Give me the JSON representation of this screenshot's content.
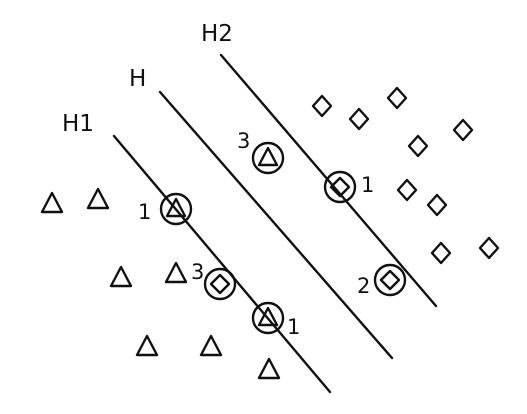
{
  "labels": {
    "h1": "H1",
    "h": "H",
    "h2": "H2"
  },
  "point_labels": {
    "triangle_upper_center": "3",
    "triangle_mid_left": "1",
    "diamond_inner_left": "3",
    "triangle_lower_center": "1",
    "diamond_upper_right": "1",
    "diamond_lower_right": "2"
  },
  "colors": {
    "stroke": "#111111",
    "background": "#ffffff"
  }
}
